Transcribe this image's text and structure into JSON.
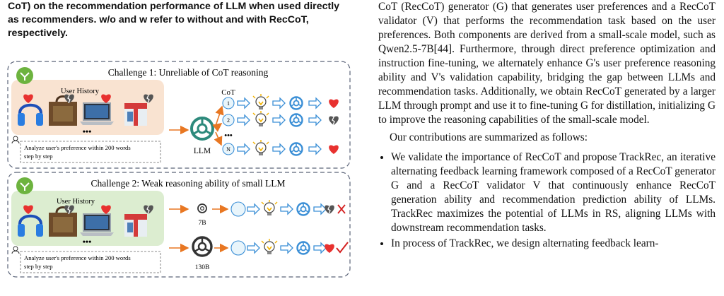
{
  "caption": "CoT) on the recommendation performance of LLM when used directly as recommenders. w/o and w refer to without and with RecCoT, respectively.",
  "figure": {
    "challenge1": {
      "title": "Challenge 1: Unreliable of CoT reasoning",
      "user_history": "User History",
      "prompt_line1": "Analyze user's preference within 200 words",
      "prompt_line2": "step by step",
      "model": "LLM",
      "cot_label": "CoT",
      "nodes": [
        "1",
        "2",
        "N"
      ],
      "ellipsis": "•••"
    },
    "challenge2": {
      "title": "Challenge 2: Weak reasoning ability of small LLM",
      "user_history": "User History",
      "prompt_line1": "Analyze user's preference within 200 words",
      "prompt_line2": "step by step",
      "small_model": "7B",
      "large_model": "130B",
      "ellipsis": "•••"
    },
    "colors": {
      "dashed_border": "#5a6378",
      "orange": "#e87722",
      "history1_bg": "#f9e3d1",
      "history2_bg": "#dcedd0",
      "heart": "#e8312f",
      "broken_heart": "#5a5a5a",
      "check": "#d42020",
      "cross": "#d42020"
    }
  },
  "text": {
    "p1": "CoT (RecCoT) generator (G) that generates user preferences and a RecCoT validator (V) that performs the recommendation task based on the user preferences. Both components are derived from a small-scale model, such as Qwen2.5-7B[44]. Furthermore, through direct preference optimization and instruction fine-tuning, we alternately enhance G's user preference reasoning ability and V's validation capability, bridging the gap between LLMs and recommendation tasks. Additionally, we obtain RecCoT generated by a larger LLM through prompt and use it to fine-tuning G for distillation, initializing G to improve the reasoning capabilities of the small-scale model.",
    "p2": "Our contributions are summarized as follows:",
    "bullets": [
      "We validate the importance of RecCoT and propose TrackRec, an iterative alternating feedback learning framework composed of a RecCoT generator G and a RecCoT validator V that continuously enhance RecCoT generation ability and recommendation prediction ability of LLMs. TrackRec maximizes the potential of LLMs in RS, aligning LLMs with downstream recommendation tasks.",
      "In process of TrackRec, we design alternating feedback learn-"
    ]
  }
}
